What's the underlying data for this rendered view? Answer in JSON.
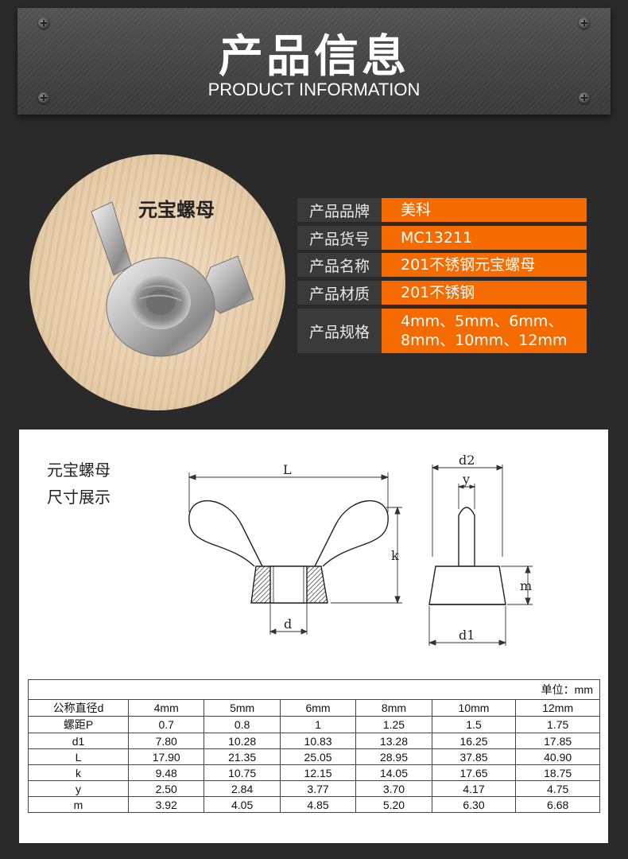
{
  "header": {
    "title": "产品信息",
    "subtitle": "PRODUCT INFORMATION"
  },
  "photo": {
    "label": "元宝螺母"
  },
  "specs": [
    {
      "label": "产品品牌",
      "value": "美科"
    },
    {
      "label": "产品货号",
      "value": "MC13211"
    },
    {
      "label": "产品名称",
      "value": "201不锈钢元宝螺母"
    },
    {
      "label": "产品材质",
      "value": "201不锈钢"
    },
    {
      "label": "产品规格",
      "value": "4mm、5mm、6mm、",
      "value2": "8mm、10mm、12mm"
    }
  ],
  "diagram": {
    "title_line1": "元宝螺母",
    "title_line2": "尺寸展示",
    "labels": {
      "L": "L",
      "k": "k",
      "d": "d",
      "d2": "d2",
      "y": "y",
      "m": "m",
      "d1": "d1"
    }
  },
  "table": {
    "unit": "单位：mm",
    "header": [
      "公称直径d",
      "4mm",
      "5mm",
      "6mm",
      "8mm",
      "10mm",
      "12mm"
    ],
    "rows": [
      [
        "螺距P",
        "0.7",
        "0.8",
        "1",
        "1.25",
        "1.5",
        "1.75"
      ],
      [
        "d1",
        "7.80",
        "10.28",
        "10.83",
        "13.28",
        "16.25",
        "17.85"
      ],
      [
        "L",
        "17.90",
        "21.35",
        "25.05",
        "28.95",
        "37.85",
        "40.90"
      ],
      [
        "k",
        "9.48",
        "10.75",
        "12.15",
        "14.05",
        "17.65",
        "18.75"
      ],
      [
        "y",
        "2.50",
        "2.84",
        "3.77",
        "3.70",
        "4.17",
        "4.75"
      ],
      [
        "m",
        "3.92",
        "4.05",
        "4.85",
        "5.20",
        "6.30",
        "6.68"
      ]
    ]
  }
}
